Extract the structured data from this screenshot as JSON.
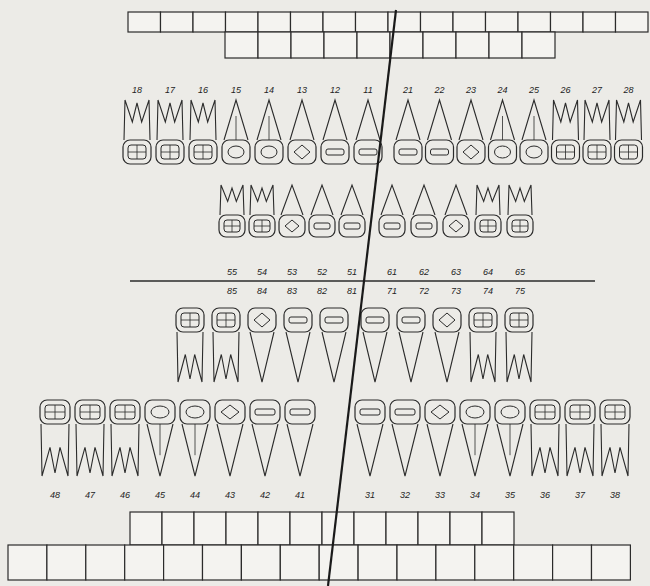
{
  "diagram": {
    "labels": [
      "18",
      "17",
      "16",
      "15",
      "14",
      "13",
      "12",
      "11",
      "21",
      "22",
      "23",
      "24",
      "25",
      "26",
      "27",
      "28",
      "55",
      "54",
      "53",
      "52",
      "51",
      "61",
      "62",
      "63",
      "64",
      "65",
      "85",
      "84",
      "83",
      "82",
      "81",
      "71",
      "72",
      "73",
      "74",
      "75",
      "48",
      "47",
      "46",
      "45",
      "44",
      "43",
      "42",
      "41",
      "31",
      "32",
      "33",
      "34",
      "35",
      "36",
      "37",
      "38"
    ]
  }
}
